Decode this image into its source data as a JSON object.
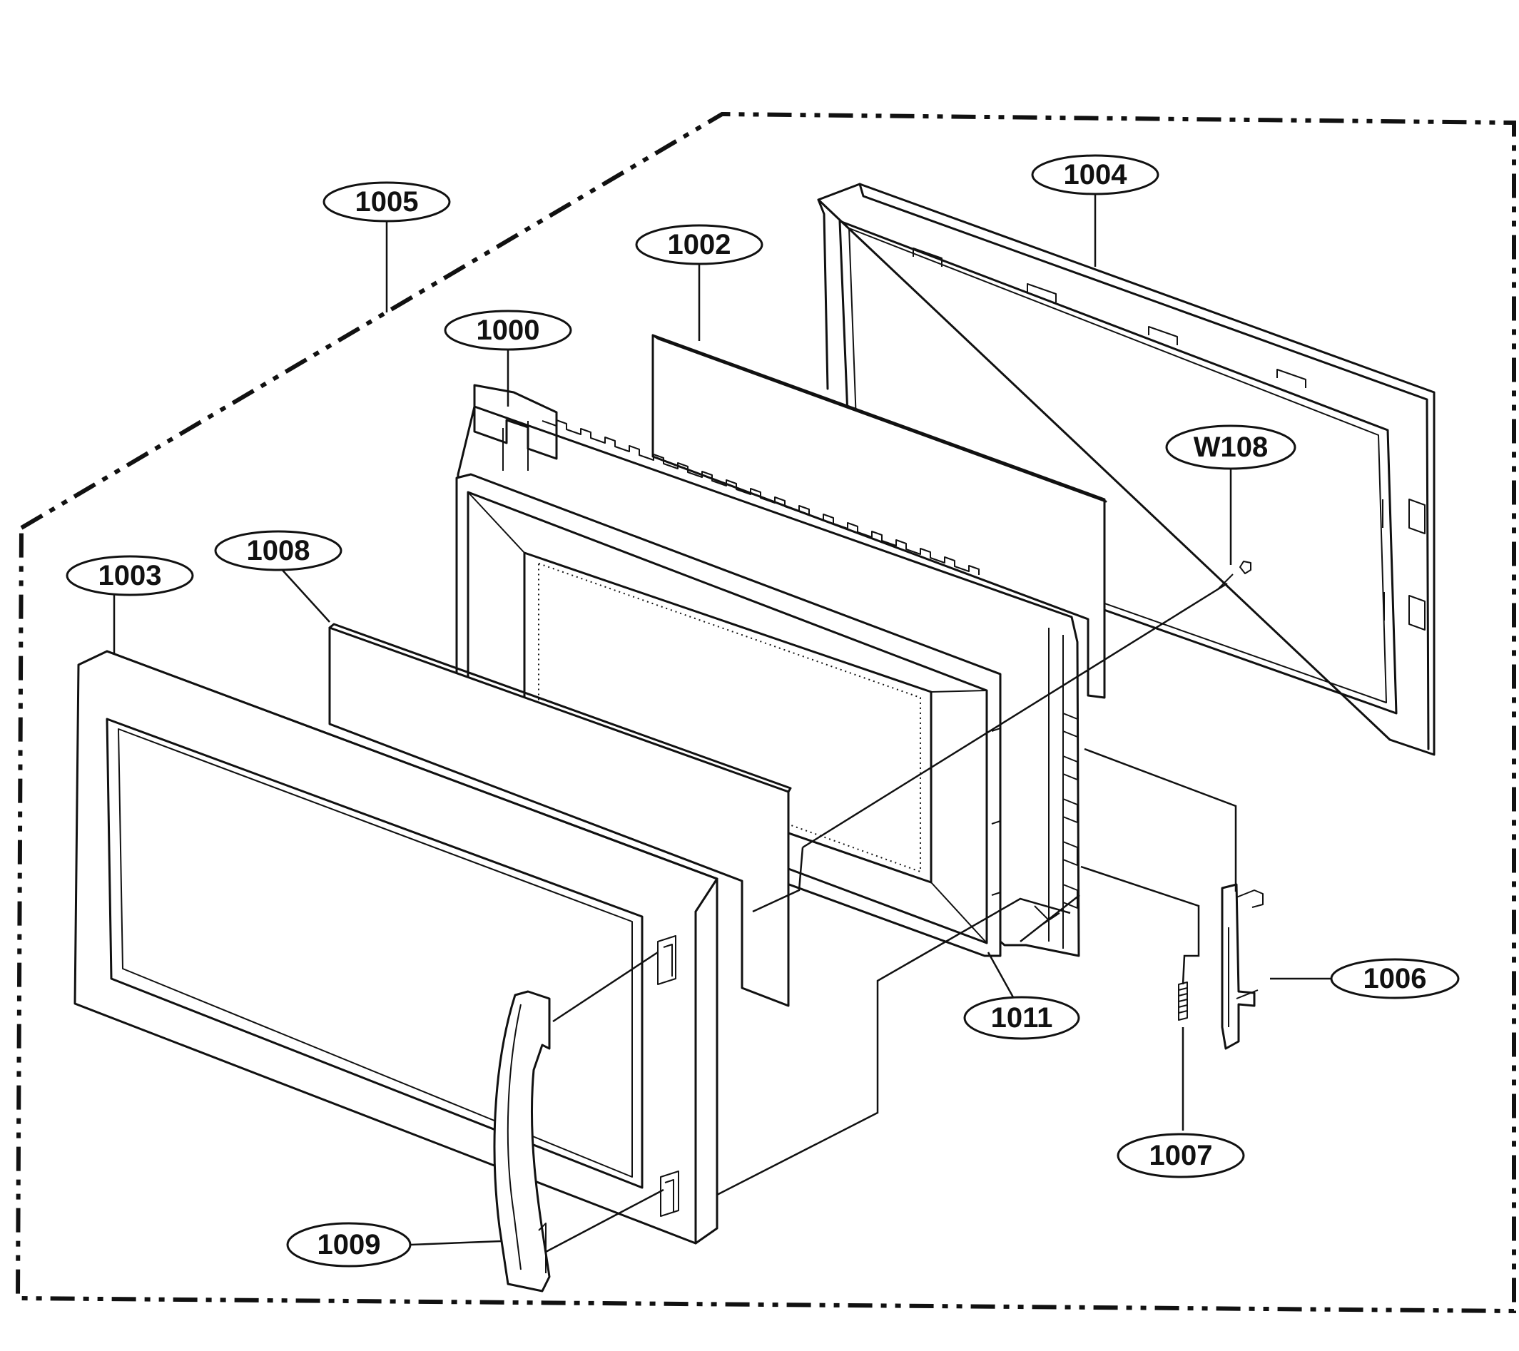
{
  "callouts": [
    {
      "id": "c-1005",
      "label": "1005"
    },
    {
      "id": "c-1004",
      "label": "1004"
    },
    {
      "id": "c-1002",
      "label": "1002"
    },
    {
      "id": "c-1000",
      "label": "1000"
    },
    {
      "id": "c-w108",
      "label": "W108"
    },
    {
      "id": "c-1008",
      "label": "1008"
    },
    {
      "id": "c-1003",
      "label": "1003"
    },
    {
      "id": "c-1006",
      "label": "1006"
    },
    {
      "id": "c-1011",
      "label": "1011"
    },
    {
      "id": "c-1007",
      "label": "1007"
    },
    {
      "id": "c-1009",
      "label": "1009"
    }
  ]
}
